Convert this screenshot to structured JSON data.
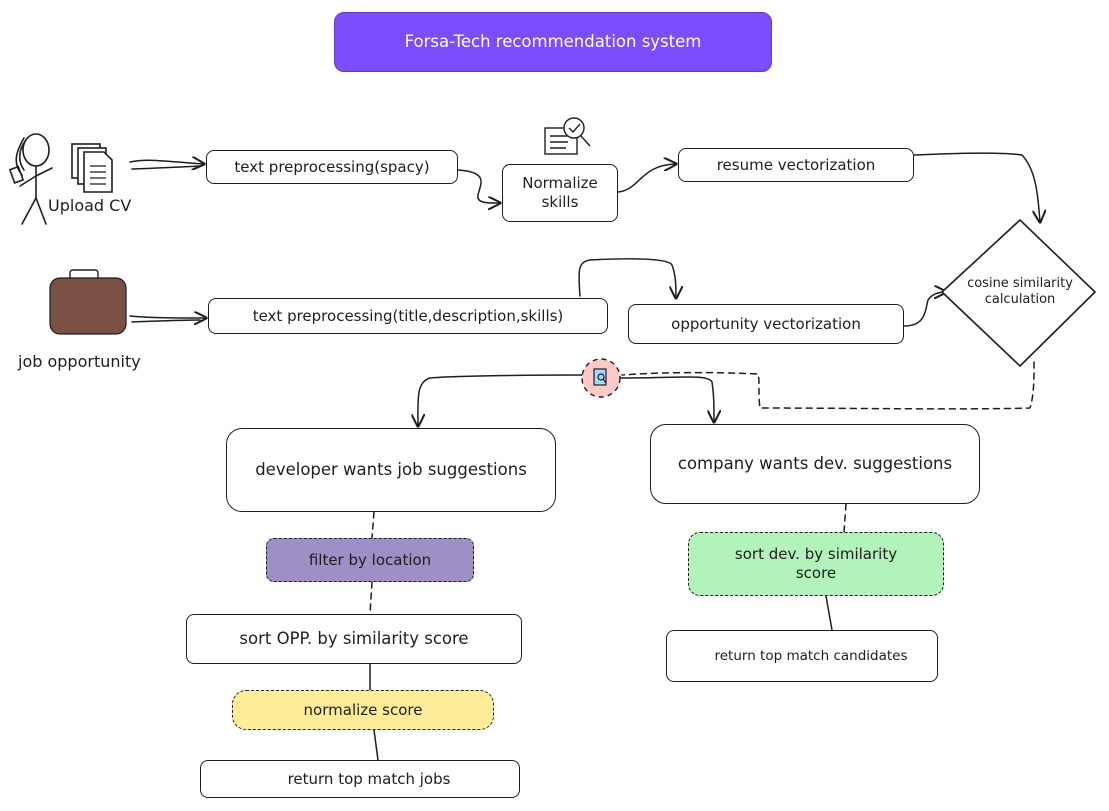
{
  "title": "Forsa-Tech recommendation system",
  "actors": {
    "cv_label": "Upload CV",
    "job_label": "job opportunity"
  },
  "nodes": {
    "text_pre_cv": "text preprocessing(spacy)",
    "normalize_skills": "Normalize skills",
    "resume_vec": "resume vectorization",
    "text_pre_opp": "text preprocessing(title,description,skills)",
    "opp_vec": "opportunity vectorization",
    "cosine": "cosine similarity calculation",
    "dev_wants": "developer wants job suggestions",
    "company_wants": "company wants dev. suggestions",
    "filter_location": "filter by location",
    "sort_opp": "sort OPP. by similarity score",
    "normalize_score": "normalize score",
    "return_jobs": "return top match jobs",
    "sort_dev": "sort dev. by similarity score",
    "return_candidates": "return top match candidates"
  },
  "colors": {
    "title_bg": "#7c4dff",
    "title_text": "#ffffff",
    "filter_bg": "#9e8fc6",
    "sort_dev_bg": "#b2f2bb",
    "normalize_score_bg": "#ffec99",
    "search_circle_bg": "#ffc9c9",
    "briefcase": "#7a5045",
    "check_green": "#2f9e44",
    "check_orange": "#f59f00"
  },
  "icons": [
    "stick-figure-icon",
    "documents-icon",
    "checklist-magnifier-icon",
    "briefcase-icon",
    "search-document-icon",
    "check-circle-icon"
  ]
}
